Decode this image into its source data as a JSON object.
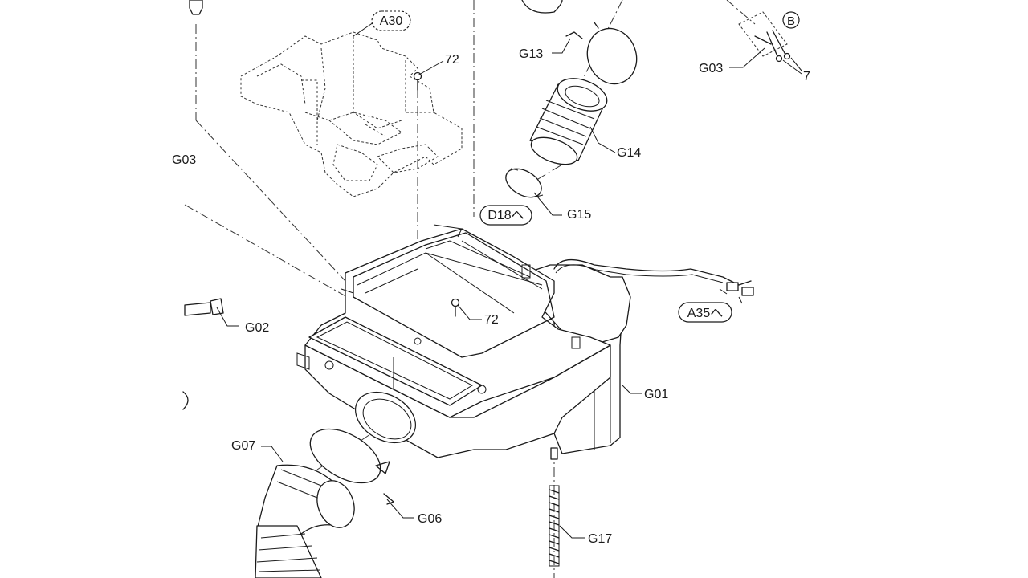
{
  "labels": {
    "a30": "A30",
    "b": "B",
    "g03_top": "G03",
    "n7": "7",
    "g13": "G13",
    "n72_top": "72",
    "g03_left": "G03",
    "g14": "G14",
    "g15": "G15",
    "d18": "D18へ",
    "a35": "A35へ",
    "n72_mid": "72",
    "g02": "G02",
    "g01": "G01",
    "g07": "G07",
    "g06": "G06",
    "g17": "G17"
  }
}
